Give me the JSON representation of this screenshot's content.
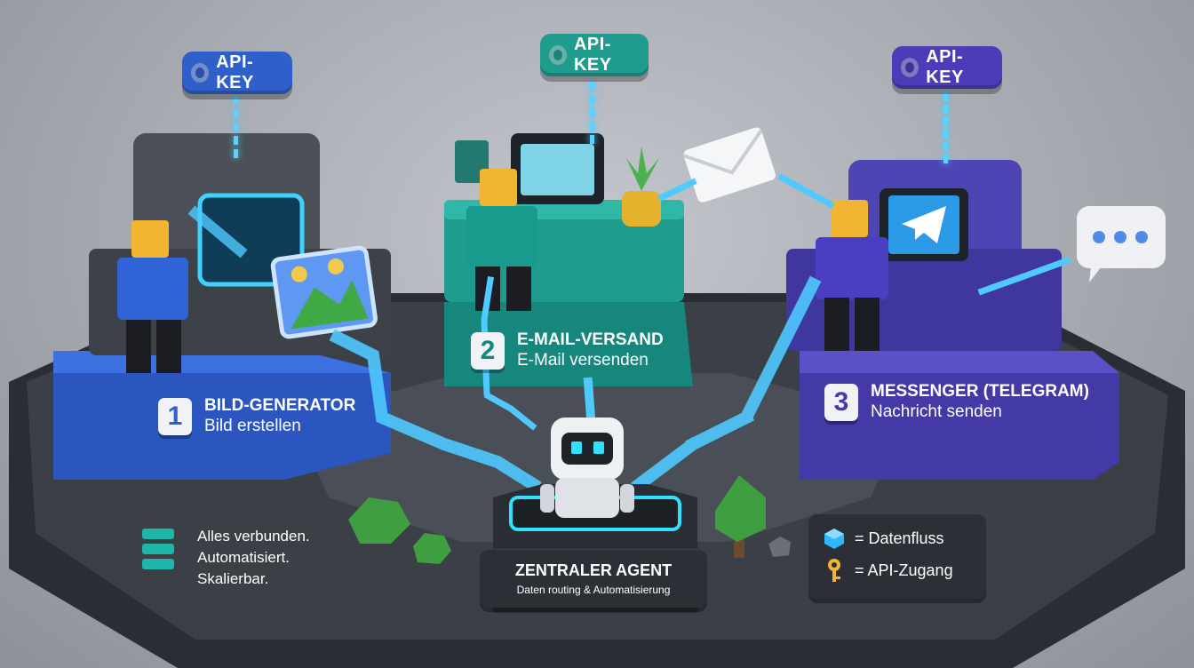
{
  "api_tags": [
    {
      "label": "API-KEY",
      "color": "#2f5fc9"
    },
    {
      "label": "API-KEY",
      "color": "#1f9c8e"
    },
    {
      "label": "API-KEY",
      "color": "#4b3cb8"
    }
  ],
  "stations": [
    {
      "number": "1",
      "title": "BILD-GENERATOR",
      "subtitle": "Bild erstellen",
      "color": "#2f5fc9"
    },
    {
      "number": "2",
      "title": "E-MAIL-VERSAND",
      "subtitle": "E-Mail versenden",
      "color": "#17877d"
    },
    {
      "number": "3",
      "title": "MESSENGER (TELEGRAM)",
      "subtitle": "Nachricht senden",
      "color": "#453aa8"
    }
  ],
  "agent": {
    "title": "ZENTRALER AGENT",
    "subtitle": "Daten routing & Automatisierung"
  },
  "summary": {
    "lines": [
      "Alles verbunden.",
      "Automatisiert.",
      "Skalierbar."
    ]
  },
  "legend": {
    "items": [
      {
        "label": "= Datenfluss",
        "icon": "cube-icon"
      },
      {
        "label": "= API-Zugang",
        "icon": "key-icon"
      }
    ]
  },
  "colors": {
    "flow": "#4fc9ff",
    "agent_glow": "#2fe0ff"
  }
}
